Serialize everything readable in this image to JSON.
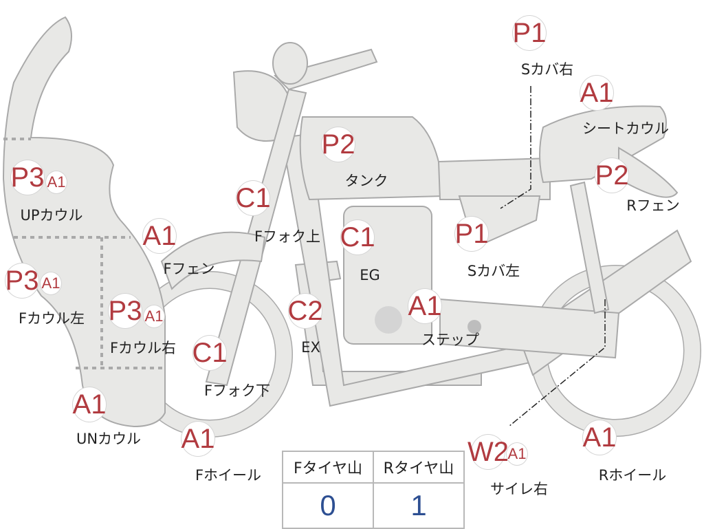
{
  "parts": [
    {
      "codes": [
        "P1"
      ],
      "label": "Sカバ右"
    },
    {
      "codes": [
        "A1"
      ],
      "label": "シートカウル"
    },
    {
      "codes": [
        "P2"
      ],
      "label": "タンク"
    },
    {
      "codes": [
        "P2"
      ],
      "label": "Rフェン"
    },
    {
      "codes": [
        "P3",
        "A1"
      ],
      "label": "UPカウル"
    },
    {
      "codes": [
        "C1"
      ],
      "label": "Fフォク上"
    },
    {
      "codes": [
        "A1"
      ],
      "label": "Fフェン"
    },
    {
      "codes": [
        "C1"
      ],
      "label": "EG"
    },
    {
      "codes": [
        "P1"
      ],
      "label": "Sカバ左"
    },
    {
      "codes": [
        "P3",
        "A1"
      ],
      "label": "Fカウル左"
    },
    {
      "codes": [
        "P3",
        "A1"
      ],
      "label": "Fカウル右"
    },
    {
      "codes": [
        "C2"
      ],
      "label": "EX"
    },
    {
      "codes": [
        "A1"
      ],
      "label": "ステップ"
    },
    {
      "codes": [
        "C1"
      ],
      "label": "Fフォク下"
    },
    {
      "codes": [
        "A1"
      ],
      "label": "UNカウル"
    },
    {
      "codes": [
        "A1"
      ],
      "label": "Fホイール"
    },
    {
      "codes": [
        "W2",
        "A1"
      ],
      "label": "サイレ右"
    },
    {
      "codes": [
        "A1"
      ],
      "label": "Rホイール"
    }
  ],
  "tire_table": {
    "headers": [
      "Fタイヤ山",
      "Rタイヤ山"
    ],
    "values": [
      "0",
      "1"
    ]
  },
  "colors": {
    "code": "#b13b40",
    "value": "#2d4f92",
    "body": "#e8e8e6",
    "outline": "#a9a9a9"
  }
}
